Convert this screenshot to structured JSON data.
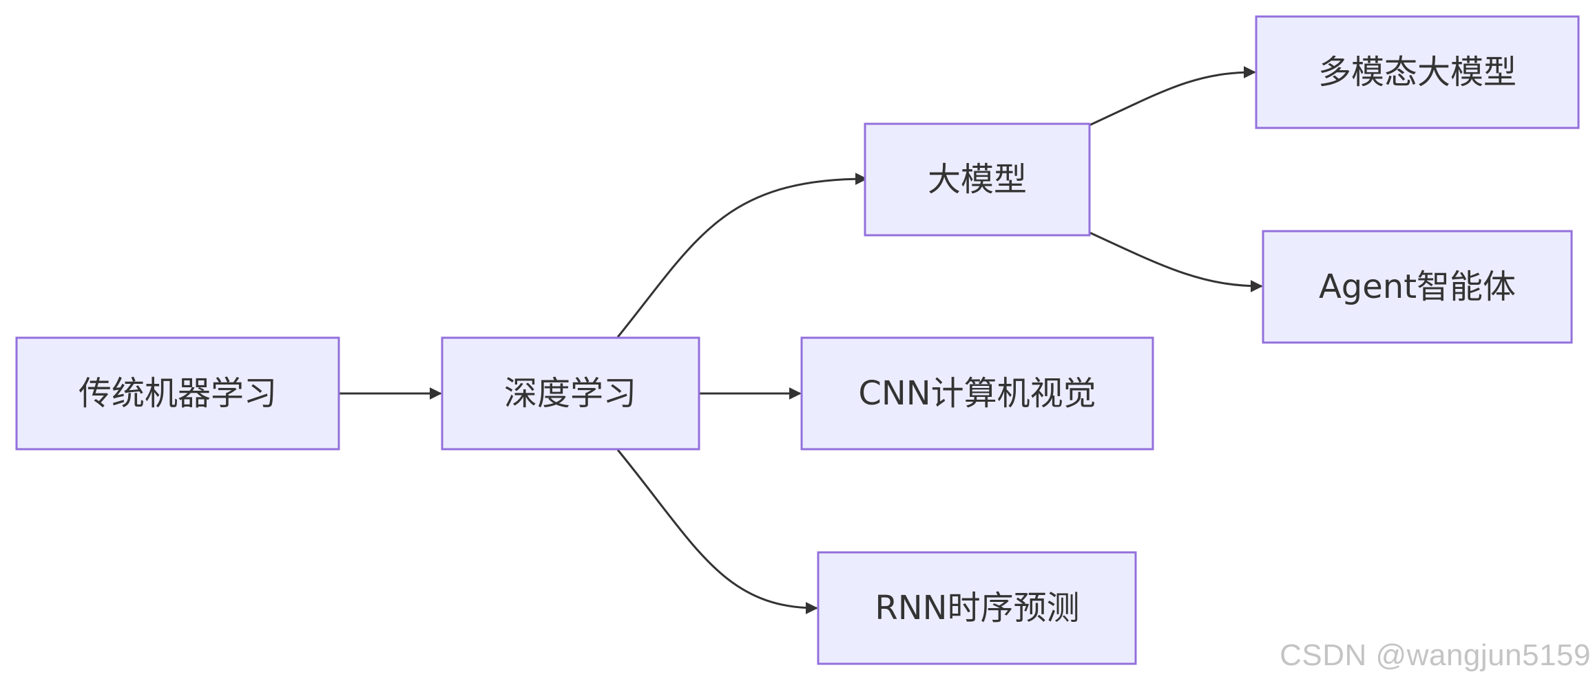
{
  "nodes": {
    "traditional_ml": "传统机器学习",
    "deep_learning": "深度学习",
    "large_model": "大模型",
    "cnn_vision": "CNN计算机视觉",
    "rnn_timeseries": "RNN时序预测",
    "multimodal_model": "多模态大模型",
    "agent": "Agent智能体"
  },
  "edges": [
    {
      "from": "traditional_ml",
      "to": "deep_learning"
    },
    {
      "from": "deep_learning",
      "to": "large_model"
    },
    {
      "from": "deep_learning",
      "to": "cnn_vision"
    },
    {
      "from": "deep_learning",
      "to": "rnn_timeseries"
    },
    {
      "from": "large_model",
      "to": "multimodal_model"
    },
    {
      "from": "large_model",
      "to": "agent"
    }
  ],
  "colors": {
    "node_fill": "#ececff",
    "node_border": "#9370db",
    "edge": "#333333",
    "text": "#333333",
    "watermark": "#c4c4c4"
  },
  "watermark": "CSDN @wangjun5159"
}
